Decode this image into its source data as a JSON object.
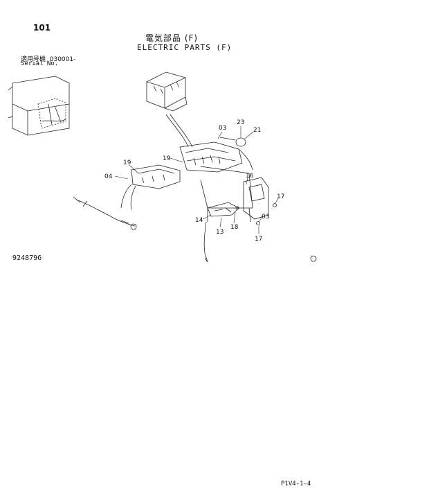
{
  "header": {
    "page_number": "101",
    "title_jp": "電気部品 (F)",
    "title_en": "ELECTRIC PARTS (F)",
    "serial_label_jp": "適用号機",
    "serial_range": "030001-",
    "serial_label_en": "Serial No."
  },
  "diagram": {
    "callouts": [
      "03",
      "23",
      "21",
      "19",
      "19",
      "04",
      "16",
      "17",
      "14",
      "13",
      "18",
      "03",
      "17"
    ]
  },
  "drawing_number": "9248796",
  "footer": {
    "page_code": "P1V4-1-4"
  }
}
